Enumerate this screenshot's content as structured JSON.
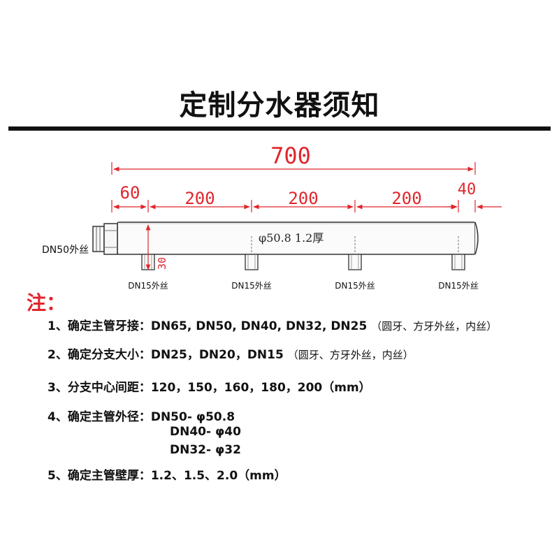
{
  "title": "定制分水器须知",
  "drawing": {
    "total_length": "700",
    "seg_left": "60",
    "seg_1": "200",
    "seg_2": "200",
    "seg_3": "200",
    "seg_right": "40",
    "pipe_label": "φ50.8  1.2厚",
    "main_thread": "DN50外丝",
    "branch_height": "30",
    "branches": [
      "DN15外丝",
      "DN15外丝",
      "DN15外丝",
      "DN15外丝"
    ],
    "dim_color": "#e0262c"
  },
  "notes": {
    "heading": "注：",
    "items": [
      {
        "label": "1、确定主管牙接：DN65, DN50, DN40, DN32, DN25 ",
        "suffix": "（圆牙、方牙外丝，内丝）"
      },
      {
        "label": "2、确定分支大小：DN25，DN20，DN15 ",
        "suffix": "（圆牙、方牙外丝，内丝）"
      },
      {
        "label": "3、分支中心间距：120，150，160，180，200（mm）",
        "suffix": ""
      },
      {
        "label": "4、确定主管外径：DN50- φ50.8",
        "suffix": ""
      },
      {
        "label": "5、确定主管壁厚：1.2、1.5、2.0（mm）",
        "suffix": ""
      }
    ],
    "cont_1": "DN40- φ40",
    "cont_2": "DN32- φ32"
  }
}
